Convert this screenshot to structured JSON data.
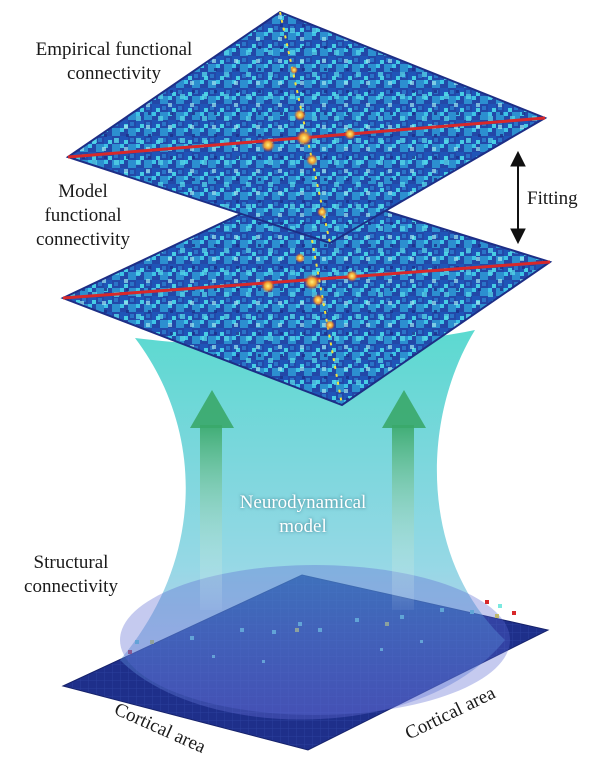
{
  "labels": {
    "empirical_line1": "Empirical functional",
    "empirical_line2": "connectivity",
    "model_line1": "Model",
    "model_line2": "functional",
    "model_line3": "connectivity",
    "fitting": "Fitting",
    "neuro_line1": "Neurodynamical",
    "neuro_line2": "model",
    "structural_line1": "Structural",
    "structural_line2": "connectivity",
    "cortical_left": "Cortical area",
    "cortical_right": "Cortical area"
  },
  "colors": {
    "matrix_base": "#1f3f9f",
    "matrix_cyan": "#28b6e0",
    "diagonal_red": "#d8282a",
    "hot_yellow": "#f4e23a",
    "funnel": "#3fd3c8",
    "arrow_green": "#3aa86a",
    "structural_base": "#1e2f8a"
  }
}
